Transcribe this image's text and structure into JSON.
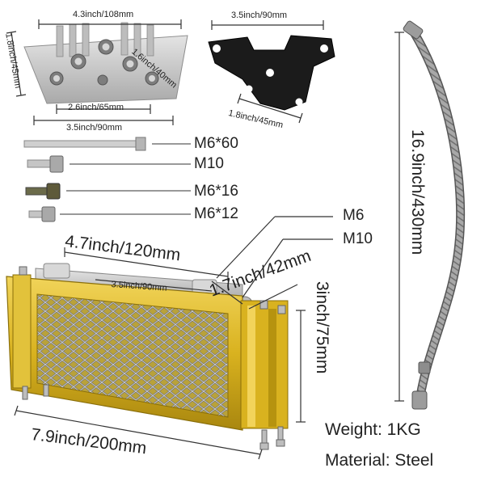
{
  "dimensions": {
    "top_cover_width": "4.3inch/108mm",
    "top_cover_height": "1.8inch/45mm",
    "top_cover_depth": "1.6inch/40mm",
    "top_cover_base": "2.6inch/65mm",
    "bracket_width": "3.5inch/90mm",
    "bracket_height": "1.8inch/45mm",
    "bolt_length": "3.5inch/90mm",
    "hose_length": "16.9inch/430mm",
    "radiator_top_width": "4.7inch/120mm",
    "radiator_inner_width": "3.5inch/90mm",
    "radiator_depth": "1.7inch/42mm",
    "radiator_height": "3inch/75mm",
    "radiator_total_width": "7.9inch/200mm"
  },
  "bolts": [
    "M6*60",
    "M10",
    "M6*16",
    "M6*12"
  ],
  "fittings": [
    "M6",
    "M10"
  ],
  "specs": {
    "weight": "Weight: 1KG",
    "material": "Material: Steel"
  },
  "colors": {
    "frame_gold": "#d9b21f",
    "mesh_gray": "#8c8c8c",
    "cover_silver": "#c9c9c9",
    "bracket_black": "#1b1b1b",
    "hose_steel": "#9a9a9a"
  }
}
